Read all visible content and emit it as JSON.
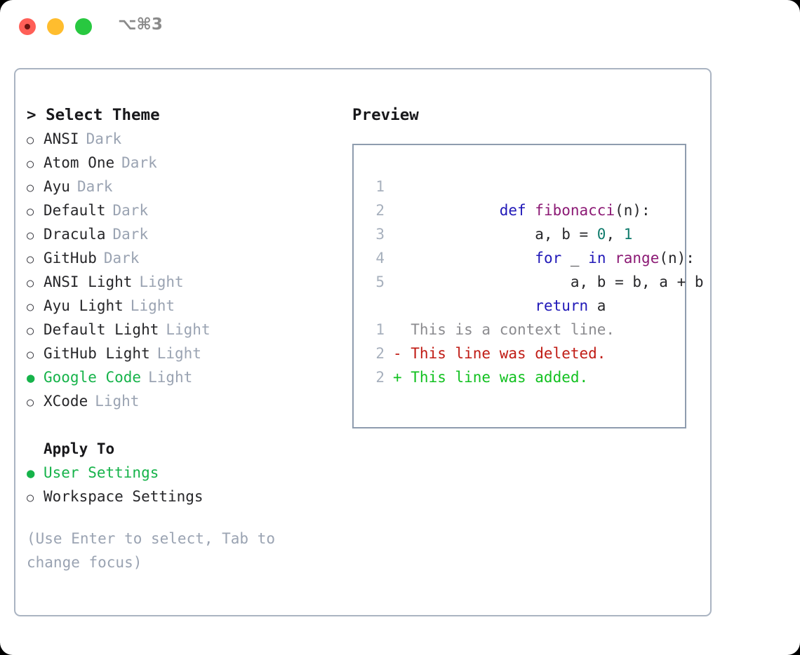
{
  "titlebar": {
    "shortcut": "⌥⌘3",
    "buttons": [
      {
        "name": "close",
        "color": "#ff5f57"
      },
      {
        "name": "minimize",
        "color": "#ffbd2e"
      },
      {
        "name": "maximize",
        "color": "#28c840"
      }
    ]
  },
  "theme_picker": {
    "heading": "> Select Theme",
    "marker_unselected": "○",
    "marker_selected": "●",
    "items": [
      {
        "label": "ANSI",
        "variant": "Dark",
        "selected": false
      },
      {
        "label": "Atom One",
        "variant": "Dark",
        "selected": false
      },
      {
        "label": "Ayu",
        "variant": "Dark",
        "selected": false
      },
      {
        "label": "Default",
        "variant": "Dark",
        "selected": false
      },
      {
        "label": "Dracula",
        "variant": "Dark",
        "selected": false
      },
      {
        "label": "GitHub",
        "variant": "Dark",
        "selected": false
      },
      {
        "label": "ANSI Light",
        "variant": "Light",
        "selected": false
      },
      {
        "label": "Ayu Light",
        "variant": "Light",
        "selected": false
      },
      {
        "label": "Default Light",
        "variant": "Light",
        "selected": false
      },
      {
        "label": "GitHub Light",
        "variant": "Light",
        "selected": false
      },
      {
        "label": "Google Code",
        "variant": "Light",
        "selected": true
      },
      {
        "label": "XCode",
        "variant": "Light",
        "selected": false
      }
    ]
  },
  "apply_to": {
    "heading": "Apply To",
    "items": [
      {
        "label": "User Settings",
        "selected": true
      },
      {
        "label": "Workspace Settings",
        "selected": false
      }
    ]
  },
  "hint": "(Use Enter to select, Tab to change focus)",
  "preview": {
    "heading": "Preview",
    "code_lines": [
      {
        "no": "1",
        "tokens": [
          {
            "t": "def ",
            "c": "kw"
          },
          {
            "t": "fibonacci",
            "c": "fn"
          },
          {
            "t": "(n):",
            "c": "pl"
          }
        ]
      },
      {
        "no": "2",
        "tokens": [
          {
            "t": "    a, b = ",
            "c": "pl"
          },
          {
            "t": "0",
            "c": "num"
          },
          {
            "t": ", ",
            "c": "pl"
          },
          {
            "t": "1",
            "c": "num"
          }
        ]
      },
      {
        "no": "3",
        "tokens": [
          {
            "t": "    ",
            "c": "pl"
          },
          {
            "t": "for",
            "c": "kw"
          },
          {
            "t": " _ ",
            "c": "pl"
          },
          {
            "t": "in",
            "c": "kw"
          },
          {
            "t": " ",
            "c": "pl"
          },
          {
            "t": "range",
            "c": "fn"
          },
          {
            "t": "(n):",
            "c": "pl"
          }
        ]
      },
      {
        "no": "4",
        "tokens": [
          {
            "t": "        a, b = b, a + b",
            "c": "pl"
          }
        ]
      },
      {
        "no": "5",
        "tokens": [
          {
            "t": "    ",
            "c": "pl"
          },
          {
            "t": "return",
            "c": "kw"
          },
          {
            "t": " a",
            "c": "pl"
          }
        ]
      }
    ],
    "diff_lines": [
      {
        "no": "1",
        "kind": "ctx",
        "text": "  This is a context line."
      },
      {
        "no": "2",
        "kind": "del",
        "text": "- This line was deleted."
      },
      {
        "no": "2",
        "kind": "add",
        "text": "+ This line was added."
      }
    ]
  },
  "colors": {
    "accent_green": "#16b34a",
    "muted": "#9aa3b2",
    "border": "#aab4c2",
    "code_border": "#8e9cae",
    "keyword": "#2018b8",
    "function": "#8c1a75",
    "number": "#0f7b6c",
    "diff_delete": "#c01c15",
    "diff_add": "#12c120",
    "diff_context": "#8b8b8f"
  }
}
